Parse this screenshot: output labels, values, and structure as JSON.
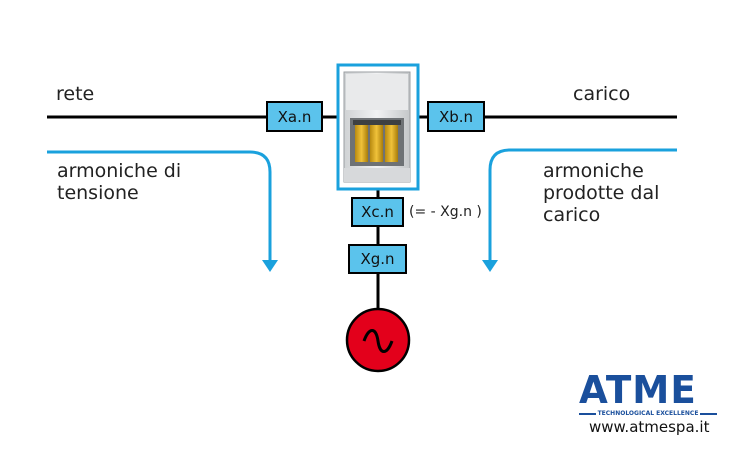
{
  "labels": {
    "rete": "rete",
    "carico": "carico",
    "armoniche_tensione": "armoniche di\ntensione",
    "armoniche_carico": "armoniche\nprodotte dal\ncarico"
  },
  "impedances": {
    "xa": "Xa.n",
    "xb": "Xb.n",
    "xc": "Xc.n",
    "xg": "Xg.n",
    "xc_note": "(= - Xg.n )"
  },
  "generator_symbol": "~",
  "logo": {
    "name": "ATME",
    "tagline": "TECHNOLOGICAL EXCELLENCE",
    "website": "www.atmespa.it"
  },
  "colors": {
    "line": "#000000",
    "impedance_fill": "#5bc3ec",
    "arrow": "#1aa1dd",
    "generator": "#e3001b",
    "brand": "#1a4f9c"
  }
}
